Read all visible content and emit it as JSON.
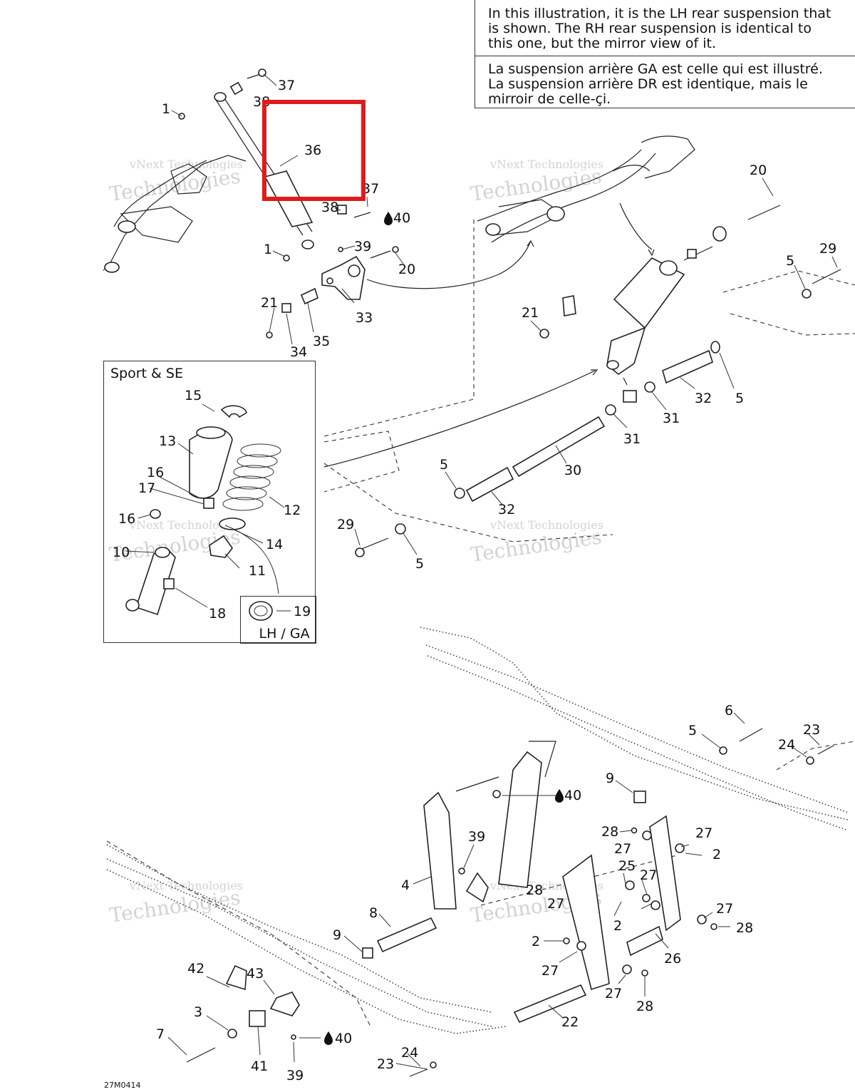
{
  "note": {
    "english": "In this illustration, it is the LH rear suspension that\nis shown. The RH rear suspension is identical to\nthis one, but the mirror view of it.",
    "french": "La suspension arrière GA est celle qui est illustré.\nLa suspension arrière DR est identique, mais le\nmirroir de celle-çi."
  },
  "inset": {
    "title": "Sport & SE",
    "sub_label": "LH / GA"
  },
  "figure_code": "27M0414",
  "watermark": {
    "line1": "vNext Technologies",
    "line2": "Technologies"
  },
  "highlight": {
    "label": "36",
    "color": "#e01b1b"
  },
  "callouts": {
    "c1": "1",
    "c1b": "1",
    "c2a": "2",
    "c2b": "2",
    "c2c": "2",
    "c3": "3",
    "c4": "4",
    "c5a": "5",
    "c5b": "5",
    "c5c": "5",
    "c5d": "5",
    "c5e": "5",
    "c6": "6",
    "c7": "7",
    "c8": "8",
    "c9a": "9",
    "c9b": "9",
    "c10": "10",
    "c11": "11",
    "c12": "12",
    "c13": "13",
    "c14": "14",
    "c15": "15",
    "c16a": "16",
    "c16b": "16",
    "c17": "17",
    "c18": "18",
    "c19": "19",
    "c20a": "20",
    "c20b": "20",
    "c21a": "21",
    "c21b": "21",
    "c22": "22",
    "c23a": "23",
    "c23b": "23",
    "c24a": "24",
    "c24b": "24",
    "c25": "25",
    "c26": "26",
    "c27a": "27",
    "c27b": "27",
    "c27c": "27",
    "c27d": "27",
    "c27e": "27",
    "c27f": "27",
    "c27g": "27",
    "c28a": "28",
    "c28b": "28",
    "c28c": "28",
    "c28d": "28",
    "c29a": "29",
    "c29b": "29",
    "c30": "30",
    "c31a": "31",
    "c31b": "31",
    "c32a": "32",
    "c32b": "32",
    "c33": "33",
    "c34": "34",
    "c35": "35",
    "c36": "36",
    "c37a": "37",
    "c37b": "37",
    "c38a": "38",
    "c38b": "38",
    "c39a": "39",
    "c39b": "39",
    "c39c": "39",
    "c40a": "40",
    "c40b": "40",
    "c40c": "40",
    "c41": "41",
    "c42": "42",
    "c43": "43"
  }
}
